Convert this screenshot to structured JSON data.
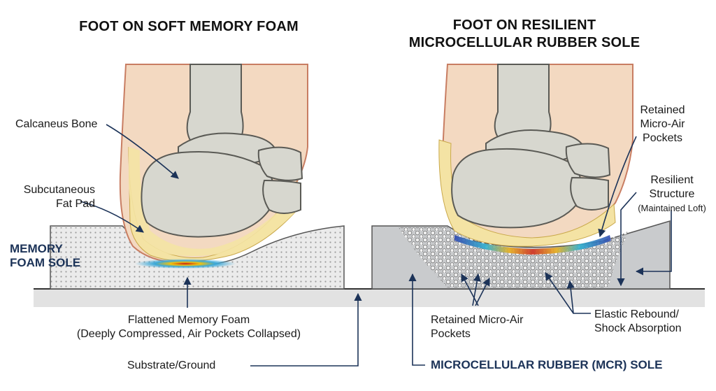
{
  "titles": {
    "left": "FOOT ON SOFT MEMORY FOAM",
    "right_line1": "FOOT ON RESILIENT",
    "right_line2": "MICROCELLULAR RUBBER SOLE"
  },
  "left_labels": {
    "calcaneus": "Calcaneus Bone",
    "fat_pad_line1": "Subcutaneous",
    "fat_pad_line2": "Fat Pad",
    "sole_line1": "MEMORY",
    "sole_line2": "FOAM SOLE",
    "flattened_line1": "Flattened Memory Foam",
    "flattened_line2": "(Deeply Compressed, Air Pockets Collapsed)",
    "substrate": "Substrate/Ground"
  },
  "right_labels": {
    "retained_top_line1": "Retained",
    "retained_top_line2": "Micro-Air",
    "retained_top_line3": "Pockets",
    "resilient_line1": "Resilient",
    "resilient_line2": "Structure",
    "resilient_line3": "(Maintained Loft)",
    "retained_bottom_line1": "Retained Micro-Air",
    "retained_bottom_line2": "Pockets",
    "rebound_line1": "Elastic Rebound/",
    "rebound_line2": "Shock Absorption",
    "mcr_sole": "MICROCELLULAR RUBBER (MCR) SOLE"
  },
  "colors": {
    "skin": "#f3d9c1",
    "skin_outline": "#c87d62",
    "fat": "#f4e3a4",
    "bone": "#d7d7cf",
    "bone_outline": "#5a5a55",
    "foam": "#e9e9e9",
    "mcr": "#c9cbcd",
    "ground": "#e2e2e2",
    "arrow": "#1c3358"
  }
}
